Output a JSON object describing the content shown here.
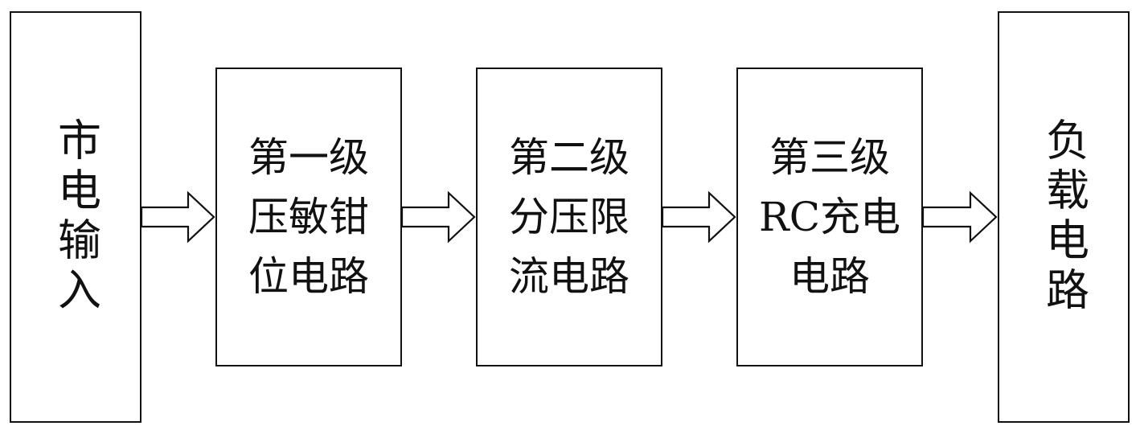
{
  "diagram": {
    "input_block": {
      "label": "市电输入"
    },
    "stage1": {
      "lines": [
        "第一级",
        "压敏钳",
        "位电路"
      ]
    },
    "stage2": {
      "lines": [
        "第二级",
        "分压限",
        "流电路"
      ]
    },
    "stage3": {
      "lines": [
        "第三级",
        "RC充电",
        "电路"
      ]
    },
    "load_block": {
      "label": "负载电路"
    }
  }
}
